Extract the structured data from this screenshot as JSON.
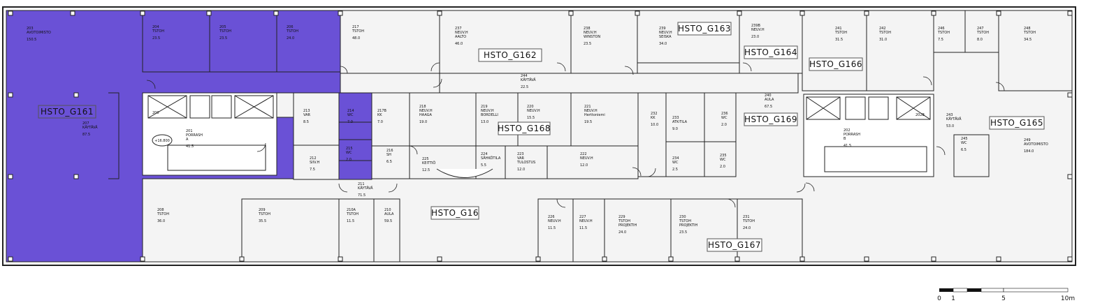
{
  "colors": {
    "selected_fill": "#6a51d6",
    "wall": "#222222",
    "room_fill": "#f4f4f4",
    "core_fill": "#ffffff",
    "label_border": "#555555"
  },
  "zones": [
    "HSTO_G161",
    "HSTO_G162",
    "HSTO_G163",
    "HSTO_G164",
    "HSTO_G165",
    "HSTO_G166",
    "HSTO_G167",
    "HSTO_G168",
    "HSTO_G169",
    "HSTO_G16"
  ],
  "rooms": [
    {
      "n": "203",
      "t": "AVOTOIMISTO",
      "a": "150.5"
    },
    {
      "n": "204",
      "t": "TSTOH",
      "a": "23.5"
    },
    {
      "n": "205",
      "t": "TSTOH",
      "a": "23.5"
    },
    {
      "n": "206",
      "t": "TSTOH",
      "a": "24.0"
    },
    {
      "n": "217",
      "t": "TSTOH",
      "a": "48.0"
    },
    {
      "n": "237",
      "t": "NEUV.H AALTO",
      "a": "46.0"
    },
    {
      "n": "238",
      "t": "NEUV.H WINSTON",
      "a": "23.5"
    },
    {
      "n": "239",
      "t": "NEUV.H SEISKA",
      "a": "34.0"
    },
    {
      "n": "239B",
      "t": "NEUV.H",
      "a": "23.0"
    },
    {
      "n": "241",
      "t": "TSTOH",
      "a": "31.5"
    },
    {
      "n": "242",
      "t": "TSTOH",
      "a": "31.0"
    },
    {
      "n": "246",
      "t": "TSTOH",
      "a": "7.5"
    },
    {
      "n": "247",
      "t": "TSTOH",
      "a": "8.0"
    },
    {
      "n": "248",
      "t": "TSTOH",
      "a": "34.5"
    },
    {
      "n": "244",
      "t": "KÄYTÄVÄ",
      "a": "22.5"
    },
    {
      "n": "207",
      "t": "KÄYTÄVÄ",
      "a": "87.5"
    },
    {
      "n": "201",
      "t": "PORRASH A",
      "a": "41.5"
    },
    {
      "n": "213",
      "t": "VAR",
      "a": "8.5"
    },
    {
      "n": "214",
      "t": "WC",
      "a": "7.0"
    },
    {
      "n": "217B",
      "t": "KK",
      "a": "7.0"
    },
    {
      "n": "218",
      "t": "NEUV.H HAAGA",
      "a": "19.0"
    },
    {
      "n": "219",
      "t": "NEUV.H BORDELLI",
      "a": "13.0"
    },
    {
      "n": "220",
      "t": "NEUV.H",
      "a": "15.5"
    },
    {
      "n": "221",
      "t": "NEUV.H Herttoniemi",
      "a": "19.5"
    },
    {
      "n": "232",
      "t": "KK",
      "a": "10.0"
    },
    {
      "n": "233",
      "t": "ATK-TILA",
      "a": "9.0"
    },
    {
      "n": "236",
      "t": "WC",
      "a": "2.0"
    },
    {
      "n": "240",
      "t": "AULA",
      "a": "67.5"
    },
    {
      "n": "243",
      "t": "KÄYTÄVÄ",
      "a": "53.0"
    },
    {
      "n": "202",
      "t": "PORRASH B",
      "a": "41.5"
    },
    {
      "n": "249",
      "t": "AVOTOIMISTO",
      "a": "184.0"
    },
    {
      "n": "212",
      "t": "SIIV.H",
      "a": "7.5"
    },
    {
      "n": "215",
      "t": "WC",
      "a": "2.0"
    },
    {
      "n": "216",
      "t": "SH",
      "a": "6.5"
    },
    {
      "n": "225",
      "t": "KEITTIÖ",
      "a": "12.5"
    },
    {
      "n": "224",
      "t": "SÄHKÖTILA",
      "a": "5.5"
    },
    {
      "n": "223",
      "t": "VAR TULOSTUS",
      "a": "12.0"
    },
    {
      "n": "222",
      "t": "NEUV.H",
      "a": "12.0"
    },
    {
      "n": "234",
      "t": "WC",
      "a": "2.5"
    },
    {
      "n": "235",
      "t": "WC",
      "a": "2.0"
    },
    {
      "n": "245",
      "t": "WC",
      "a": "6.5"
    },
    {
      "n": "211",
      "t": "KÄYTÄVÄ",
      "a": "71.5"
    },
    {
      "n": "208",
      "t": "TSTOH",
      "a": "36.0"
    },
    {
      "n": "209",
      "t": "TSTOH",
      "a": "35.5"
    },
    {
      "n": "210A",
      "t": "TSTOH",
      "a": "11.5"
    },
    {
      "n": "210",
      "t": "AULA",
      "a": "59.5"
    },
    {
      "n": "226",
      "t": "NEUV.H",
      "a": "11.5"
    },
    {
      "n": "227",
      "t": "NEUV.H",
      "a": "11.5"
    },
    {
      "n": "229",
      "t": "TSTOH PROJEKTIH",
      "a": "24.0"
    },
    {
      "n": "230",
      "t": "TSTOH PROJEKTIH",
      "a": "23.5"
    },
    {
      "n": "231",
      "t": "TSTOH",
      "a": "24.0"
    },
    {
      "n": "200",
      "t": "",
      "a": ""
    },
    {
      "n": "202B",
      "t": "",
      "a": ""
    }
  ],
  "level_mark": "+16.800",
  "scale": {
    "ticks": [
      "0",
      "1",
      "5",
      "10m"
    ]
  }
}
